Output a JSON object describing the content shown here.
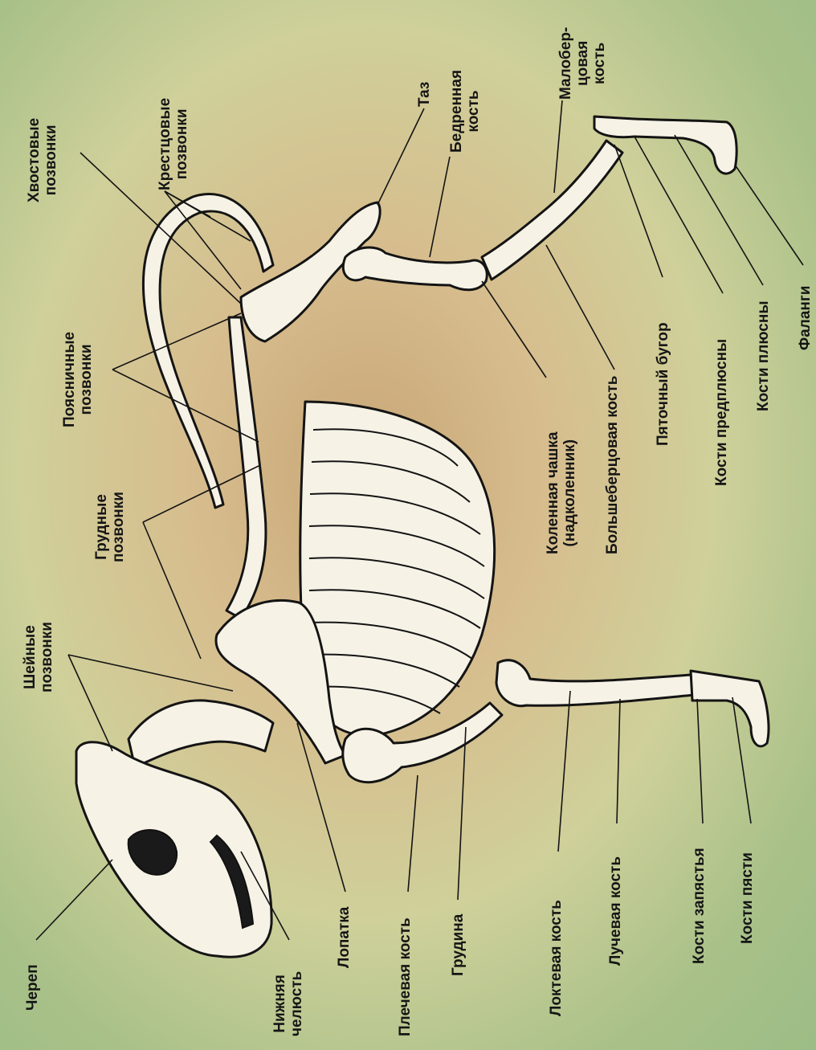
{
  "labels": {
    "tail_vertebrae": [
      "Хвостовые",
      "позвонки"
    ],
    "sacral_vertebrae": [
      "Крестцовые",
      "позвонки"
    ],
    "pelvis": [
      "Таз"
    ],
    "femur": [
      "Бедренная",
      "кость"
    ],
    "fibula": [
      "Малобер-",
      "цовая",
      "кость"
    ],
    "lumbar_vertebrae": [
      "Поясничные",
      "позвонки"
    ],
    "thoracic_vertebrae": [
      "Грудные",
      "позвонки"
    ],
    "cervical_vertebrae": [
      "Шейные",
      "позвонки"
    ],
    "skull": [
      "Череп"
    ],
    "mandible": [
      "Нижняя",
      "челюсть"
    ],
    "scapula": [
      "Лопатка"
    ],
    "humerus": [
      "Плечевая кость"
    ],
    "sternum": [
      "Грудина"
    ],
    "ulna": [
      "Локтевая кость"
    ],
    "radius": [
      "Лучевая кость"
    ],
    "carpals": [
      "Кости запястья"
    ],
    "metacarpals": [
      "Кости пясти"
    ],
    "patella": [
      "Коленная чашка",
      "(надколенник)"
    ],
    "tibia": [
      "Большеберцовая кость"
    ],
    "calcaneal_tuber": [
      "Пяточный бугор"
    ],
    "tarsals": [
      "Кости предплюсны"
    ],
    "metatarsals": [
      "Кости плюсны"
    ],
    "phalanges": [
      "Фаланги"
    ]
  }
}
